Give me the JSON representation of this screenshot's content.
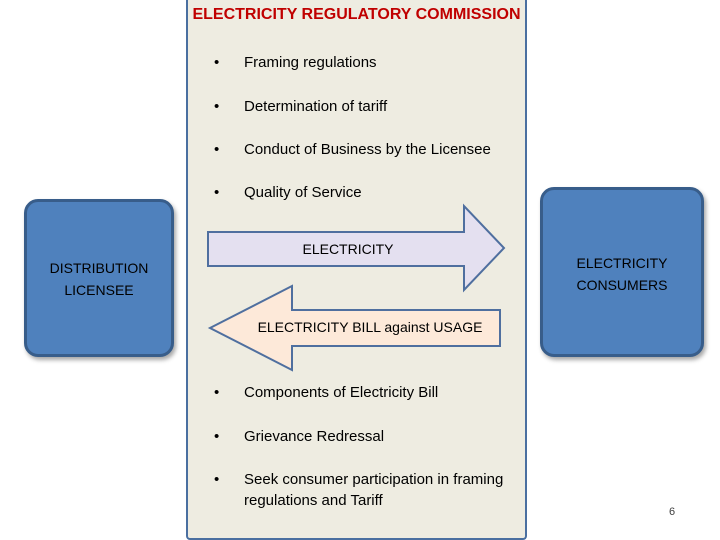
{
  "commission": {
    "title": "ELECTRICITY REGULATORY COMMISSION"
  },
  "top_points": [
    "Framing regulations",
    "Determination of tariff",
    "Conduct of Business by the Licensee",
    "Quality of Service"
  ],
  "bottom_points": [
    "Components of Electricity Bill",
    "Grievance Redressal",
    "Seek consumer participation in framing regulations and Tariff"
  ],
  "bullet_symbol": "•",
  "left_entity": {
    "label": "DISTRIBUTION LICENSEE"
  },
  "right_entity": {
    "label": "ELECTRICITY CONSUMERS"
  },
  "arrows": {
    "to_consumers": {
      "label": "ELECTRICITY"
    },
    "to_licensee": {
      "label": "ELECTRICITY BILL against USAGE"
    }
  },
  "colors": {
    "title": "#c00000",
    "box_fill": "#4f81bd",
    "panel_fill": "#eeece1",
    "arrow_right_fill": "#e4e0f0",
    "arrow_left_fill": "#fde9d9"
  },
  "page_number": "6"
}
